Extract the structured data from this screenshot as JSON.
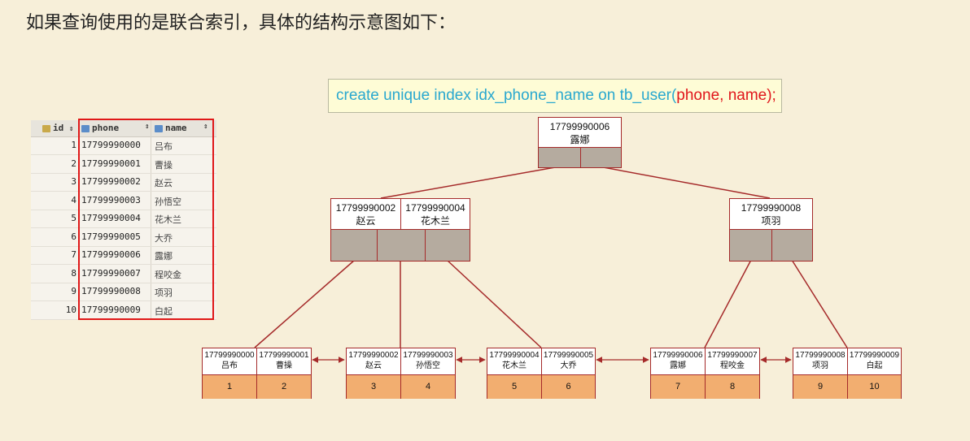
{
  "heading": "如果查询使用的是联合索引，具体的结构示意图如下：",
  "sql": {
    "prefix": "create unique index idx_phone_name on tb_user(",
    "columns": "phone, name",
    "suffix": ");"
  },
  "table": {
    "headers": {
      "id": "id",
      "phone": "phone",
      "name": "name"
    },
    "rows": [
      {
        "id": "1",
        "phone": "17799990000",
        "name": "吕布"
      },
      {
        "id": "2",
        "phone": "17799990001",
        "name": "曹操"
      },
      {
        "id": "3",
        "phone": "17799990002",
        "name": "赵云"
      },
      {
        "id": "4",
        "phone": "17799990003",
        "name": "孙悟空"
      },
      {
        "id": "5",
        "phone": "17799990004",
        "name": "花木兰"
      },
      {
        "id": "6",
        "phone": "17799990005",
        "name": "大乔"
      },
      {
        "id": "7",
        "phone": "17799990006",
        "name": "露娜"
      },
      {
        "id": "8",
        "phone": "17799990007",
        "name": "程咬金"
      },
      {
        "id": "9",
        "phone": "17799990008",
        "name": "项羽"
      },
      {
        "id": "10",
        "phone": "17799990009",
        "name": "白起"
      }
    ]
  },
  "tree": {
    "root": [
      {
        "phone": "17799990006",
        "name": "露娜"
      }
    ],
    "internal_left": [
      {
        "phone": "17799990002",
        "name": "赵云"
      },
      {
        "phone": "17799990004",
        "name": "花木兰"
      }
    ],
    "internal_right": [
      {
        "phone": "17799990008",
        "name": "项羽"
      }
    ],
    "leaves": [
      [
        {
          "phone": "17799990000",
          "name": "吕布",
          "id": "1"
        },
        {
          "phone": "17799990001",
          "name": "曹操",
          "id": "2"
        }
      ],
      [
        {
          "phone": "17799990002",
          "name": "赵云",
          "id": "3"
        },
        {
          "phone": "17799990003",
          "name": "孙悟空",
          "id": "4"
        }
      ],
      [
        {
          "phone": "17799990004",
          "name": "花木兰",
          "id": "5"
        },
        {
          "phone": "17799990005",
          "name": "大乔",
          "id": "6"
        }
      ],
      [
        {
          "phone": "17799990006",
          "name": "露娜",
          "id": "7"
        },
        {
          "phone": "17799990007",
          "name": "程咬金",
          "id": "8"
        }
      ],
      [
        {
          "phone": "17799990008",
          "name": "项羽",
          "id": "9"
        },
        {
          "phone": "17799990009",
          "name": "白起",
          "id": "10"
        }
      ]
    ]
  },
  "colors": {
    "line": "#a52a2a",
    "pointer": "#b5ab9f",
    "leaf_id": "#f2ae70",
    "sql_text": "#2aa8cf",
    "sql_highlight": "#e0161b"
  }
}
